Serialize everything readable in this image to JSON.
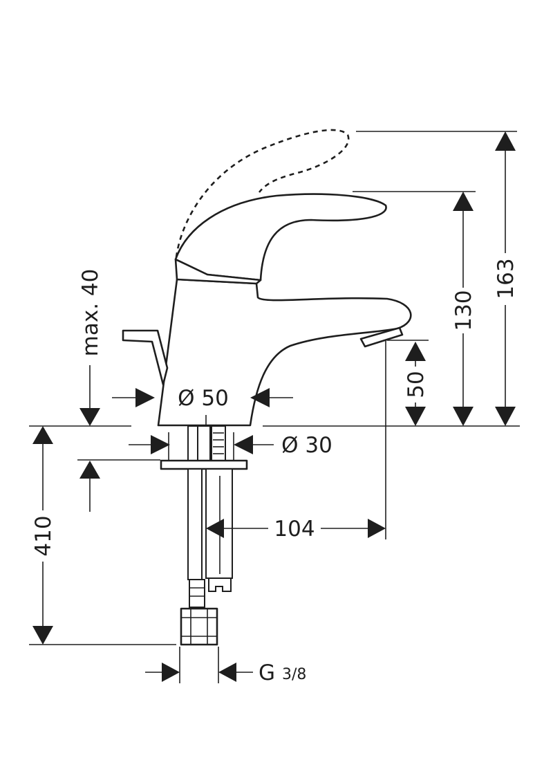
{
  "labels": {
    "max_40": "max. 40",
    "dia_50": "Ø 50",
    "dia_30": "Ø 30",
    "d_50": "50",
    "d_130": "130",
    "d_163": "163",
    "d_410": "410",
    "d_104": "104",
    "g_thread": "G",
    "g_size": "3/8"
  },
  "colors": {
    "ink": "#1e1e1e",
    "paper": "#ffffff"
  }
}
